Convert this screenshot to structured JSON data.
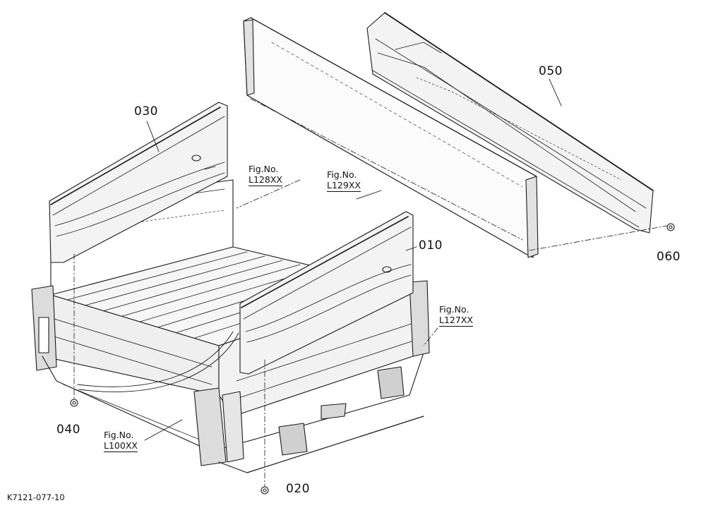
{
  "parts": {
    "p010": "010",
    "p020": "020",
    "p030": "030",
    "p040": "040",
    "p050": "050",
    "p060": "060"
  },
  "fig_refs": {
    "l128": {
      "title": "Fig.No.",
      "code": "L128XX"
    },
    "l129": {
      "title": "Fig.No.",
      "code": "L129XX"
    },
    "l127": {
      "title": "Fig.No.",
      "code": "L127XX"
    },
    "l100": {
      "title": "Fig.No.",
      "code": "L100XX"
    }
  },
  "drawing_code": "K7121-077-10",
  "colors": {
    "line": "#1a1a1a",
    "shade": "#e9e9e9",
    "paper": "#ffffff"
  }
}
